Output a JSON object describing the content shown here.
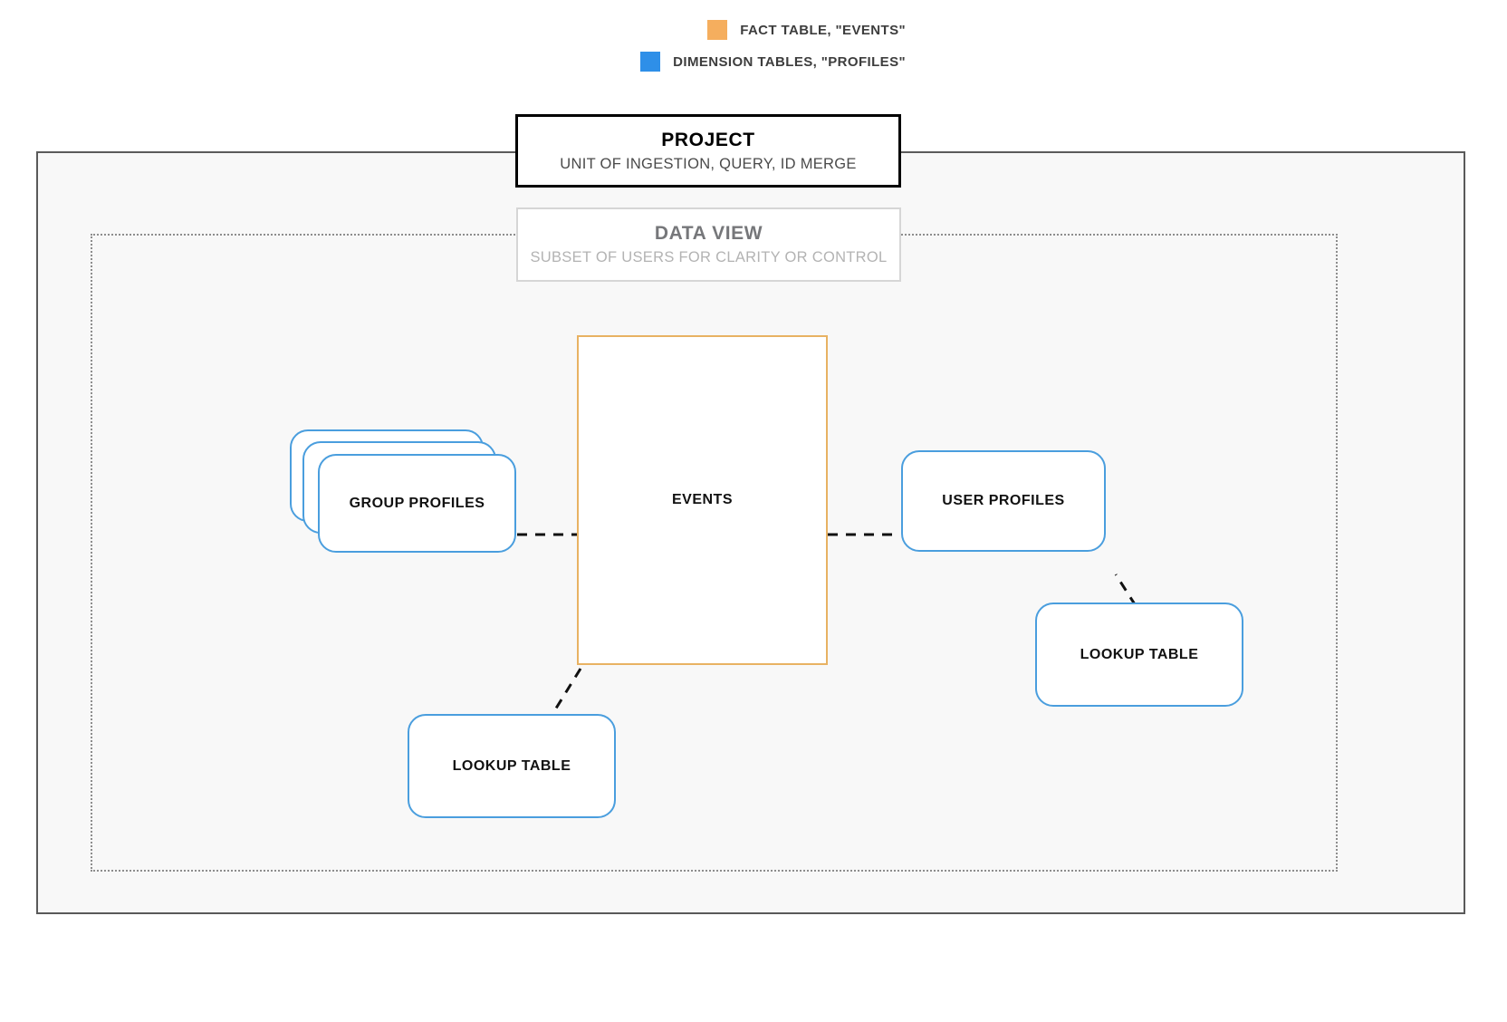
{
  "legend": {
    "items": [
      {
        "id": "fact-table",
        "label": "FACT TABLE, \"EVENTS\"",
        "color": "#f5ae5e",
        "icon": "square-swatch"
      },
      {
        "id": "dimension-tables",
        "label": "DIMENSION TABLES, \"PROFILES\"",
        "color": "#2e8fe8",
        "icon": "square-swatch"
      }
    ]
  },
  "containers": {
    "project": {
      "title": "PROJECT",
      "subtitle": "UNIT OF INGESTION, QUERY, ID MERGE",
      "border_color": "#5a5a5a",
      "fill_color": "#f8f8f8",
      "border_style": "solid"
    },
    "data_view": {
      "title": "DATA VIEW",
      "subtitle": "SUBSET OF USERS FOR CLARITY OR CONTROL",
      "border_color": "#8d8d8d",
      "fill_color": "transparent",
      "border_style": "dotted"
    }
  },
  "nodes": {
    "events": {
      "label": "EVENTS",
      "type": "fact-table",
      "color": "#e8b263",
      "shape": "rectangle"
    },
    "group_profiles": {
      "label": "GROUP PROFILES",
      "type": "dimension-table",
      "color": "#4a9ede",
      "shape": "stacked-rounded-rect",
      "stack_count": 3
    },
    "user_profiles": {
      "label": "USER PROFILES",
      "type": "dimension-table",
      "color": "#4a9ede",
      "shape": "rounded-rect"
    },
    "lookup_table_left": {
      "label": "LOOKUP TABLE",
      "type": "dimension-table",
      "color": "#4a9ede",
      "shape": "rounded-rect"
    },
    "lookup_table_right": {
      "label": "LOOKUP TABLE",
      "type": "dimension-table",
      "color": "#4a9ede",
      "shape": "rounded-rect"
    }
  },
  "connectors": [
    {
      "id": "group-profiles-to-events",
      "from": "group_profiles",
      "to": "events",
      "style": "dashed",
      "color": "#111111"
    },
    {
      "id": "events-to-user-profiles",
      "from": "events",
      "to": "user_profiles",
      "style": "dashed",
      "color": "#111111"
    },
    {
      "id": "events-to-lookup-left",
      "from": "events",
      "to": "lookup_table_left",
      "style": "dashed",
      "color": "#111111"
    },
    {
      "id": "user-profiles-to-lookup-right",
      "from": "user_profiles",
      "to": "lookup_table_right",
      "style": "dashed",
      "color": "#111111"
    }
  ]
}
